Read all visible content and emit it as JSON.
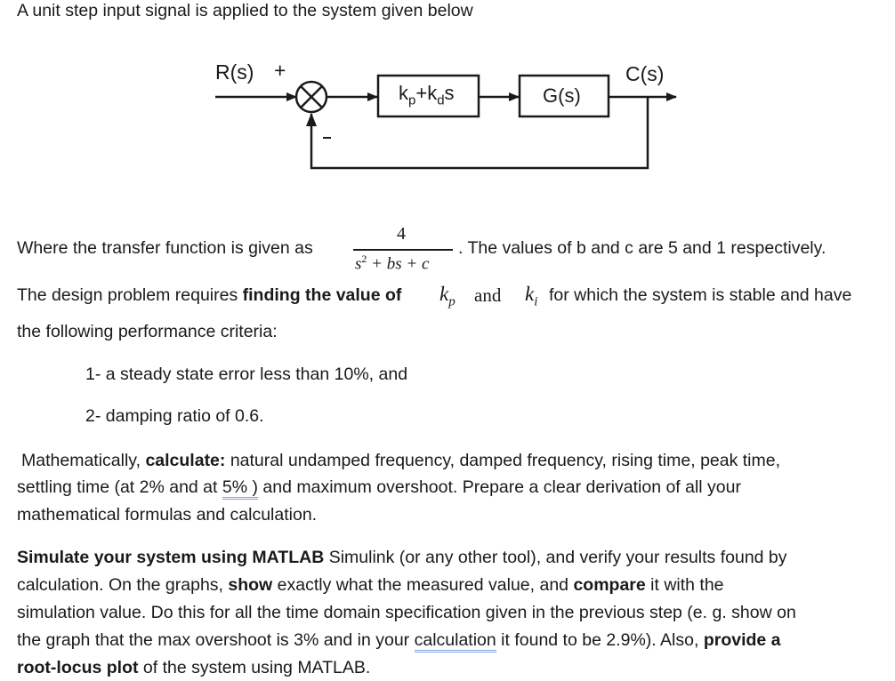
{
  "intro": "A unit step input signal is applied to the system given below",
  "diagram": {
    "input_label": "R(s)",
    "plus_sign": "+",
    "minus_sign": "-",
    "controller_label": "kp+kds",
    "controller_k1": "k",
    "controller_sub1": "p",
    "controller_plus": "+k",
    "controller_sub2": "d",
    "controller_s": "s",
    "plant_label": "G(s)",
    "output_label": "C(s)"
  },
  "transfer": {
    "before": "Where the transfer function is given as",
    "numerator": "4",
    "denominator_s": "s",
    "denominator_exp": "2",
    "denominator_rest": " + bs + c",
    "after": ". The values of b and c are 5 and 1 respectively."
  },
  "design": {
    "pre": "The design problem requires ",
    "bold": "finding the value of",
    "kp_k": "k",
    "kp_sub": "p",
    "and": "and",
    "ki_k": "k",
    "ki_sub": "i",
    "post": "for which the system is stable and have",
    "line2": "the following performance criteria:"
  },
  "criteria": [
    "1- a steady state error less than 10%, and",
    "2- damping ratio of 0.6."
  ],
  "math_para": {
    "l1_a": "Mathematically, ",
    "l1_b": "calculate:",
    "l1_c": " natural undamped frequency, damped frequency, rising time, peak time,",
    "l2_a": "settling time (at 2% and at ",
    "l2_b": "5% )",
    "l2_c": " and maximum overshoot. Prepare a clear derivation of all your",
    "l3": "mathematical formulas and calculation."
  },
  "sim_para": {
    "l1_a": "Simulate your system using MATLAB",
    "l1_b": " Simulink (or any other tool), and verify your results found by",
    "l2_a": "calculation. On the graphs, ",
    "l2_b": "show",
    "l2_c": " exactly what the measured value, and ",
    "l2_d": "compare",
    "l2_e": " it with the",
    "l3": "simulation value. Do this for all the time domain specification given in the previous step (e. g. show on",
    "l4_a": "the graph that the max overshoot is 3% and in your ",
    "l4_b": "calculation",
    "l4_c": " it found to be 2.9%).  Also, ",
    "l4_d": "provide a",
    "l5_a": "root-locus plot",
    "l5_b": " of the system using MATLAB."
  }
}
